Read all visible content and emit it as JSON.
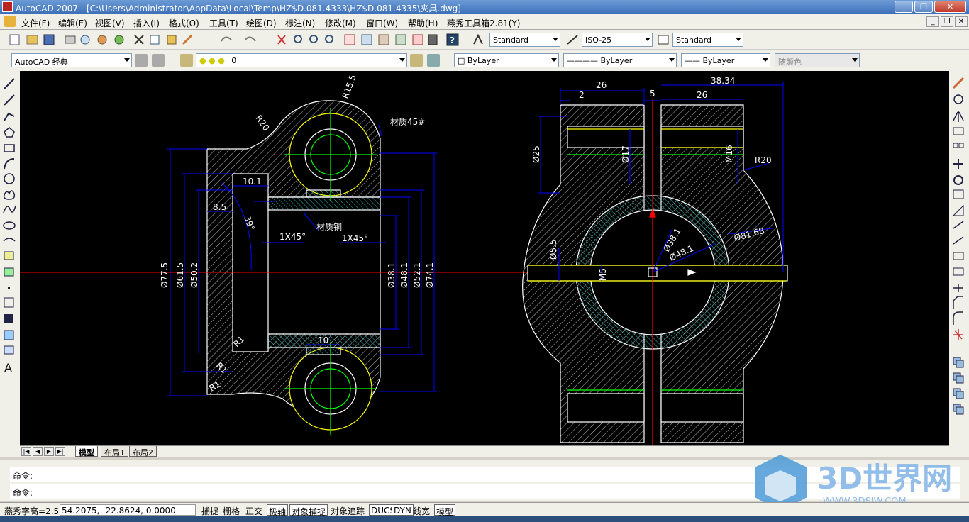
{
  "window": {
    "title": "AutoCAD 2007 - [C:\\Users\\Administrator\\AppData\\Local\\Temp\\HZ$D.081.4333\\HZ$D.081.4335\\夹具.dwg]"
  },
  "menu": [
    "文件(F)",
    "编辑(E)",
    "视图(V)",
    "插入(I)",
    "格式(O)",
    "工具(T)",
    "绘图(D)",
    "标注(N)",
    "修改(M)",
    "窗口(W)",
    "帮助(H)",
    "燕秀工具箱2.81(Y)"
  ],
  "styles": {
    "text_style": "Standard",
    "dim_style": "ISO-25",
    "table_style": "Standard"
  },
  "workspace": "AutoCAD 经典",
  "layer": {
    "current": "0"
  },
  "properties": {
    "color": "ByLayer",
    "linetype": "ByLayer",
    "lineweight": "ByLayer",
    "plotstyle": "随颜色"
  },
  "tabs": [
    "模型",
    "布局1",
    "布局2"
  ],
  "command": {
    "line1": "命令:",
    "line2": "命令:"
  },
  "status": {
    "label": "燕秀字高=2.5",
    "coords": "54.2075, -22.8624, 0.0000",
    "toggles": [
      "捕捉",
      "栅格",
      "正交",
      "极轴",
      "对象捕捉",
      "对象追踪",
      "DUCS",
      "DYN",
      "线宽",
      "模型"
    ],
    "active_toggles": [
      "极轴",
      "对象捕捉",
      "DUCS",
      "DYN",
      "模型"
    ]
  },
  "watermark": {
    "brand": "3D世界网",
    "url": "WWW.3DSJW.COM"
  },
  "drawing": {
    "left_dims": [
      "R15.5",
      "R20",
      "材质45#",
      "10.1",
      "8.5",
      "39°",
      "1X45°",
      "材质铜",
      "1X45°",
      "Ø77.5",
      "Ø61.5",
      "Ø50.2",
      "Ø38.1",
      "Ø48.1",
      "Ø52.1",
      "Ø74.1",
      "R1",
      "R1",
      "R1",
      "10"
    ],
    "right_dims": [
      "26",
      "2",
      "5",
      "38.34",
      "26",
      "Ø25",
      "Ø17",
      "M16",
      "R20",
      "Ø5.5",
      "M5",
      "Ø38.1",
      "Ø48.1",
      "Ø81.68"
    ]
  },
  "colors": {
    "canvas": "#000000",
    "dim": "#0000ff",
    "hatch": "#ffffff",
    "yellow": "#ffff00",
    "green": "#00ff00",
    "red": "#ff0000",
    "cyan": "#00ffff"
  }
}
